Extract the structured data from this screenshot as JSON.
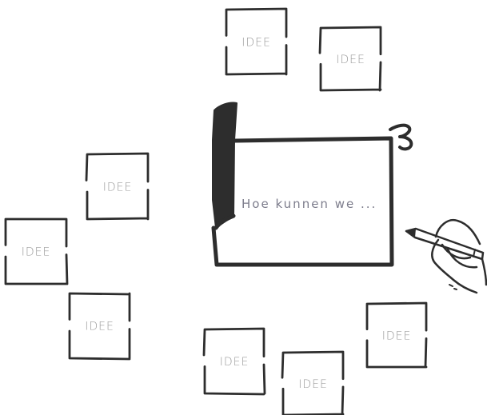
{
  "question_card": {
    "text": "Hoe kunnen we ..."
  },
  "idea_label": "IDEE",
  "idea_cards": [
    {
      "label": "IDEE"
    },
    {
      "label": "IDEE"
    },
    {
      "label": "IDEE"
    },
    {
      "label": "IDEE"
    },
    {
      "label": "IDEE"
    },
    {
      "label": "IDEE"
    },
    {
      "label": "IDEE"
    },
    {
      "label": "IDEE"
    }
  ],
  "colors": {
    "ink": "#2d2d2d",
    "idea_text": "#9a9a9a",
    "question_text": "#7d7d8c",
    "background": "#ffffff"
  },
  "icons": {
    "hand": "hand-holding-pen-icon"
  }
}
